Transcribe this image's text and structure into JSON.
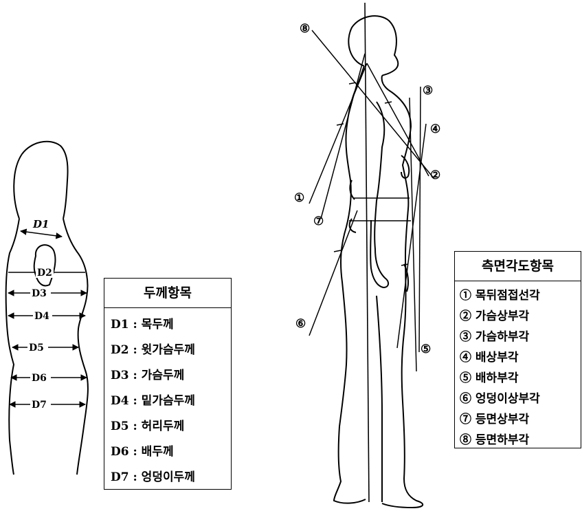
{
  "thickness_legend": {
    "title": "두께항목",
    "items": [
      {
        "code": "D1",
        "label": "D1 : 목두께"
      },
      {
        "code": "D2",
        "label": "D2 : 윗가슴두께"
      },
      {
        "code": "D3",
        "label": "D3 : 가슴두께"
      },
      {
        "code": "D4",
        "label": "D4 : 밑가슴두께"
      },
      {
        "code": "D5",
        "label": "D5 : 허리두께"
      },
      {
        "code": "D6",
        "label": "D6 : 배두께"
      },
      {
        "code": "D7",
        "label": "D7 : 엉덩이두께"
      }
    ]
  },
  "angle_legend": {
    "title": "측면각도항목",
    "items": [
      {
        "num": "①",
        "label": "① 목뒤점접선각"
      },
      {
        "num": "②",
        "label": "② 가슴상부각"
      },
      {
        "num": "③",
        "label": "③ 가슴하부각"
      },
      {
        "num": "④",
        "label": "④ 배상부각"
      },
      {
        "num": "⑤",
        "label": "⑤ 배하부각"
      },
      {
        "num": "⑥",
        "label": "⑥ 엉덩이상부각"
      },
      {
        "num": "⑦",
        "label": "⑦ 등면상부각"
      },
      {
        "num": "⑧",
        "label": "⑧ 등면하부각"
      }
    ]
  },
  "torso_labels": {
    "d1": "D1",
    "d2": "D2",
    "d3": "D3",
    "d4": "D4",
    "d5": "D5",
    "d6": "D6",
    "d7": "D7"
  },
  "side_labels": {
    "n1": "①",
    "n2": "②",
    "n3": "③",
    "n4": "④",
    "n5": "⑤",
    "n6": "⑥",
    "n7": "⑦",
    "n8": "⑧"
  }
}
